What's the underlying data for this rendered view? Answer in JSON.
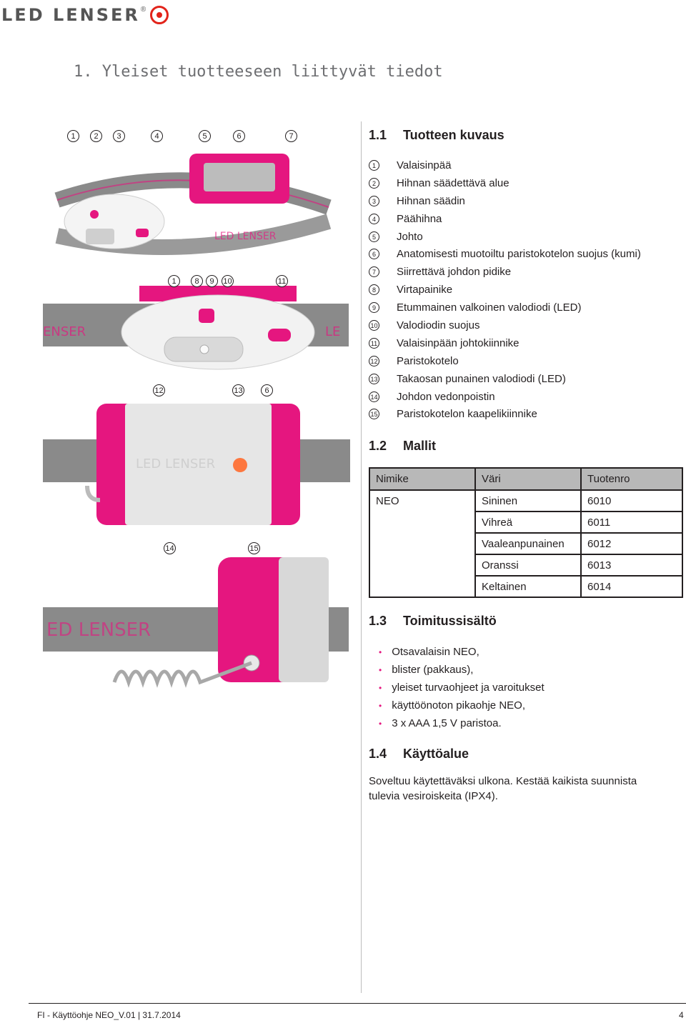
{
  "header": {
    "logo_text": "LED LENSER",
    "logo_reg": "®"
  },
  "page_title": "1. Yleiset tuotteeseen liittyvät tiedot",
  "callouts": {
    "photo1": [
      "1",
      "2",
      "3",
      "4",
      "5",
      "6",
      "7"
    ],
    "photo2": [
      "1",
      "8",
      "9",
      "10",
      "11"
    ],
    "photo3": [
      "12",
      "13",
      "6"
    ],
    "photo4": [
      "14",
      "15"
    ]
  },
  "section_1_1": {
    "number": "1.1",
    "title": "Tuotteen kuvaus",
    "items": [
      {
        "n": "1",
        "label": "Valaisinpää"
      },
      {
        "n": "2",
        "label": "Hihnan säädettävä alue"
      },
      {
        "n": "3",
        "label": "Hihnan säädin"
      },
      {
        "n": "4",
        "label": "Päähihna"
      },
      {
        "n": "5",
        "label": "Johto"
      },
      {
        "n": "6",
        "label": "Anatomisesti muotoiltu paristokotelon suojus (kumi)"
      },
      {
        "n": "7",
        "label": "Siirrettävä johdon pidike"
      },
      {
        "n": "8",
        "label": "Virtapainike"
      },
      {
        "n": "9",
        "label": "Etummainen valkoinen valodiodi (LED)"
      },
      {
        "n": "10",
        "label": "Valodiodin suojus"
      },
      {
        "n": "11",
        "label": "Valaisinpään johtokiinnike"
      },
      {
        "n": "12",
        "label": "Paristokotelo"
      },
      {
        "n": "13",
        "label": "Takaosan punainen valodiodi (LED)"
      },
      {
        "n": "14",
        "label": "Johdon vedonpoistin"
      },
      {
        "n": "15",
        "label": "Paristokotelon kaapelikiinnike"
      }
    ]
  },
  "section_1_2": {
    "number": "1.2",
    "title": "Mallit",
    "headers": [
      "Nimike",
      "Väri",
      "Tuotenro"
    ],
    "model_name": "NEO",
    "rows": [
      {
        "color": "Sininen",
        "code": "6010"
      },
      {
        "color": "Vihreä",
        "code": "6011"
      },
      {
        "color": "Vaaleanpunainen",
        "code": "6012"
      },
      {
        "color": "Oranssi",
        "code": "6013"
      },
      {
        "color": "Keltainen",
        "code": "6014"
      }
    ]
  },
  "section_1_3": {
    "number": "1.3",
    "title": "Toimitussisältö",
    "items": [
      "Otsavalaisin NEO,",
      "blister (pakkaus),",
      "yleiset turvaohjeet ja varoitukset",
      "käyttöönoton pikaohje NEO,",
      "3 x AAA 1,5 V paristoa."
    ]
  },
  "section_1_4": {
    "number": "1.4",
    "title": "Käyttöalue",
    "text": "Soveltuu käytettäväksi ulkona. Kestää kaikista suunnista tulevia vesiroiskeita (IPX4)."
  },
  "footer": {
    "left": "FI - Käyttöohje NEO_V.01 | 31.7.2014",
    "page": "4"
  },
  "colors": {
    "pink": "#e5167f",
    "grey_strap": "#8a8a8a",
    "accent_red": "#e2231a"
  }
}
